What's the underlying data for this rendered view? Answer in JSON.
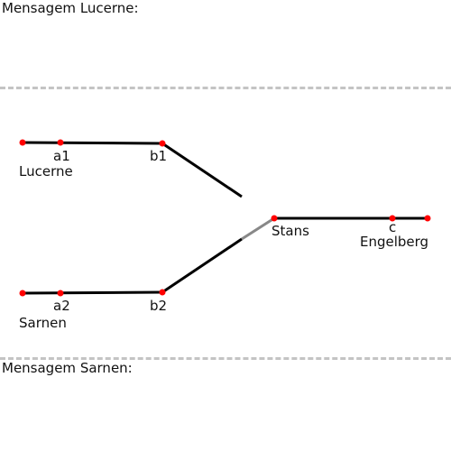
{
  "messages": {
    "top": "Mensagem Lucerne:",
    "bottom": "Mensagem Sarnen:"
  },
  "network": {
    "stations": {
      "lucerne": "Lucerne",
      "sarnen": "Sarnen",
      "stans": "Stans",
      "engelberg": "Engelberg"
    },
    "points": {
      "a1": "a1",
      "b1": "b1",
      "a2": "a2",
      "b2": "b2",
      "c": "c"
    },
    "colors": {
      "track": "#000000",
      "switch": "#888888",
      "node": "#ff0000"
    }
  }
}
